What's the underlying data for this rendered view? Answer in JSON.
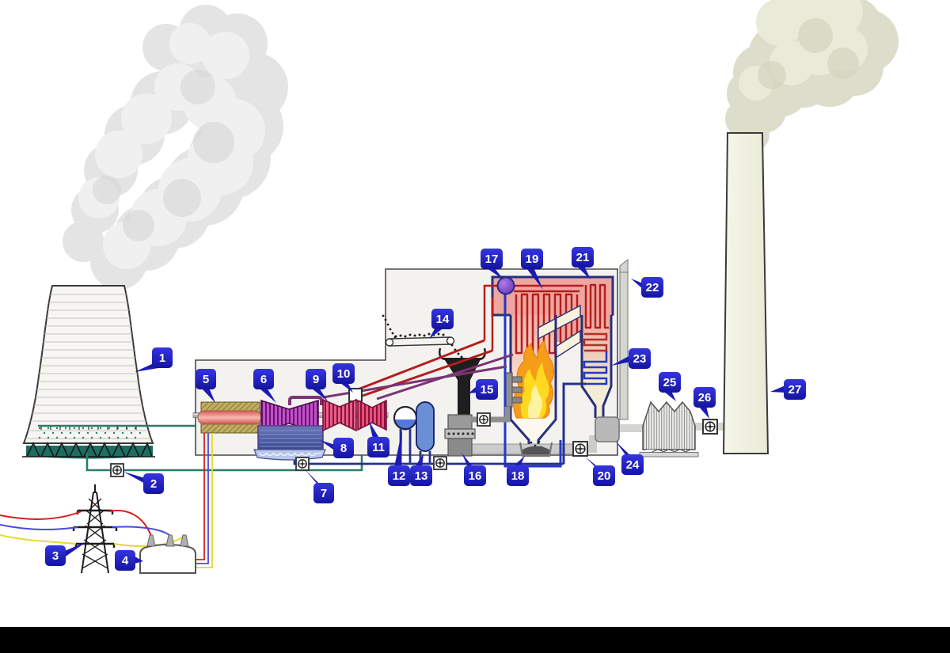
{
  "diagram": {
    "kind": "coal-fired-power-station-schematic",
    "colors": {
      "label_blue": "#1f1fc0",
      "steam_red": "#b51d1d",
      "reheat_purple": "#7b3476",
      "feedwater_navy": "#25308f",
      "cooling_teal": "#2a7d6a",
      "wire_red": "#d42020",
      "wire_blue": "#4a4ade",
      "wire_yellow": "#e6d830",
      "flame_orange": "#f59d18",
      "flame_yellow": "#ffd820",
      "boiler_salmon": "#eea69e",
      "smoke_gray": "#dcdcdc",
      "smoke_beige": "#dcdcca"
    },
    "labels": [
      {
        "n": "1",
        "name": "cooling-tower"
      },
      {
        "n": "2",
        "name": "cooling-water-pump"
      },
      {
        "n": "3",
        "name": "transmission-pylon"
      },
      {
        "n": "4",
        "name": "step-up-transformer"
      },
      {
        "n": "5",
        "name": "electrical-generator"
      },
      {
        "n": "6",
        "name": "low-pressure-turbine"
      },
      {
        "n": "7",
        "name": "condensate-pump"
      },
      {
        "n": "8",
        "name": "surface-condenser"
      },
      {
        "n": "9",
        "name": "intermediate-pressure-turbine"
      },
      {
        "n": "10",
        "name": "steam-control-valve"
      },
      {
        "n": "11",
        "name": "high-pressure-turbine"
      },
      {
        "n": "12",
        "name": "deaerator"
      },
      {
        "n": "13",
        "name": "feedwater-heater"
      },
      {
        "n": "14",
        "name": "coal-conveyor"
      },
      {
        "n": "15",
        "name": "coal-hopper"
      },
      {
        "n": "16",
        "name": "coal-pulverizer"
      },
      {
        "n": "17",
        "name": "boiler-steam-drum"
      },
      {
        "n": "18",
        "name": "bottom-ash-hopper"
      },
      {
        "n": "19",
        "name": "superheater"
      },
      {
        "n": "20",
        "name": "forced-draught-fan"
      },
      {
        "n": "21",
        "name": "reheater"
      },
      {
        "n": "22",
        "name": "combustion-air-intake"
      },
      {
        "n": "23",
        "name": "economiser"
      },
      {
        "n": "24",
        "name": "air-preheater"
      },
      {
        "n": "25",
        "name": "precipitator"
      },
      {
        "n": "26",
        "name": "induced-draught-fan"
      },
      {
        "n": "27",
        "name": "flue-gas-stack"
      }
    ]
  }
}
